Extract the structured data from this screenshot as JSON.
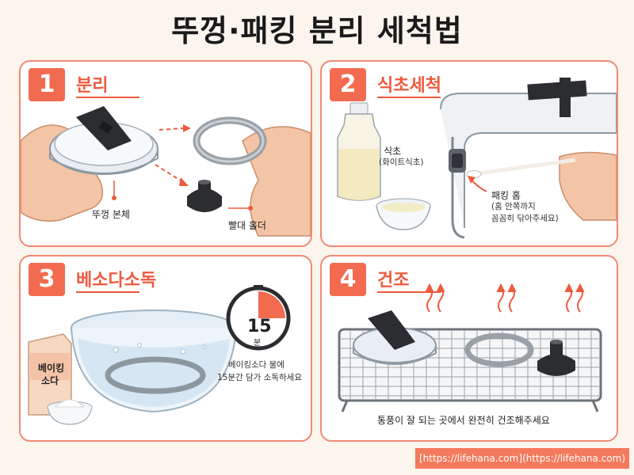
{
  "title": "뚜껑·패킹 분리 세척법",
  "panels": [
    {
      "number": "1",
      "title": "분리",
      "labels": {
        "lid": "뚜껑 본체",
        "holder": "빨대 홀더"
      }
    },
    {
      "number": "2",
      "title": "식초세척",
      "labels": {
        "vinegar": "식초",
        "vinegar_sub": "(화이트식초)",
        "groove": "패킹 홈",
        "groove_sub1": "(홈 안쪽까지",
        "groove_sub2": "꼼꼼히 닦아주세요)"
      }
    },
    {
      "number": "3",
      "title": "베소다소독",
      "labels": {
        "box_line1": "베이킹",
        "box_line2": "소다",
        "timer": "15",
        "timer_unit": "분",
        "note_line1": "베이킹소다 물에",
        "note_line2": "15분간 담가 소독하세요"
      }
    },
    {
      "number": "4",
      "title": "건조",
      "labels": {
        "note": "통풍이 잘 되는 곳에서 완전히 건조해주세요"
      }
    }
  ],
  "footer": "[https://lifehana.com](https://lifehana.com)",
  "colors": {
    "accent": "#f26b51",
    "border": "#f08a73",
    "background": "#fbf5ee"
  }
}
